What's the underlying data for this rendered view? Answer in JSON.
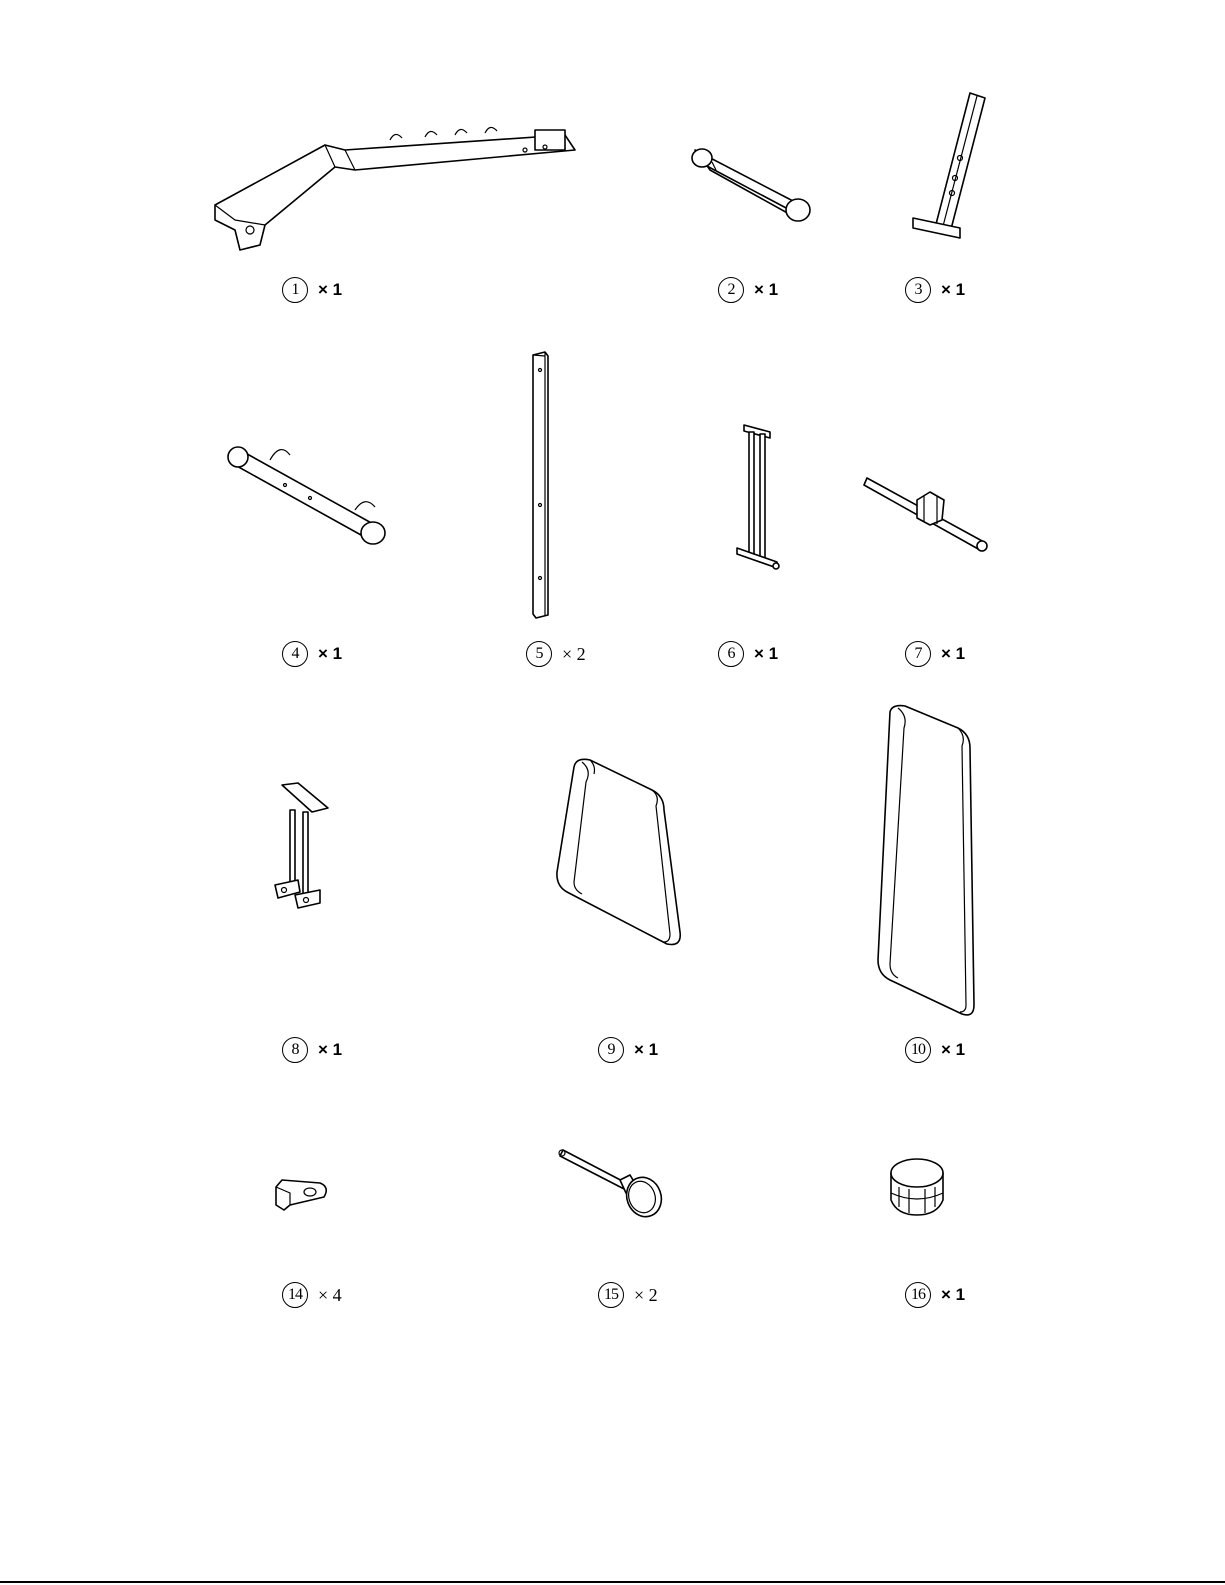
{
  "parts": [
    {
      "id": "1",
      "number": "1",
      "quantity": "× 1"
    },
    {
      "id": "2",
      "number": "2",
      "quantity": "× 1"
    },
    {
      "id": "3",
      "number": "3",
      "quantity": "× 1"
    },
    {
      "id": "4",
      "number": "4",
      "quantity": "× 1"
    },
    {
      "id": "5",
      "number": "5",
      "quantity": "× 2"
    },
    {
      "id": "6",
      "number": "6",
      "quantity": "× 1"
    },
    {
      "id": "7",
      "number": "7",
      "quantity": "× 1"
    },
    {
      "id": "8",
      "number": "8",
      "quantity": "× 1"
    },
    {
      "id": "9",
      "number": "9",
      "quantity": "× 1"
    },
    {
      "id": "10",
      "number": "10",
      "quantity": "× 1"
    },
    {
      "id": "14",
      "number": "14",
      "quantity": "× 4"
    },
    {
      "id": "15",
      "number": "15",
      "quantity": "× 2"
    },
    {
      "id": "16",
      "number": "16",
      "quantity": "× 1"
    }
  ]
}
